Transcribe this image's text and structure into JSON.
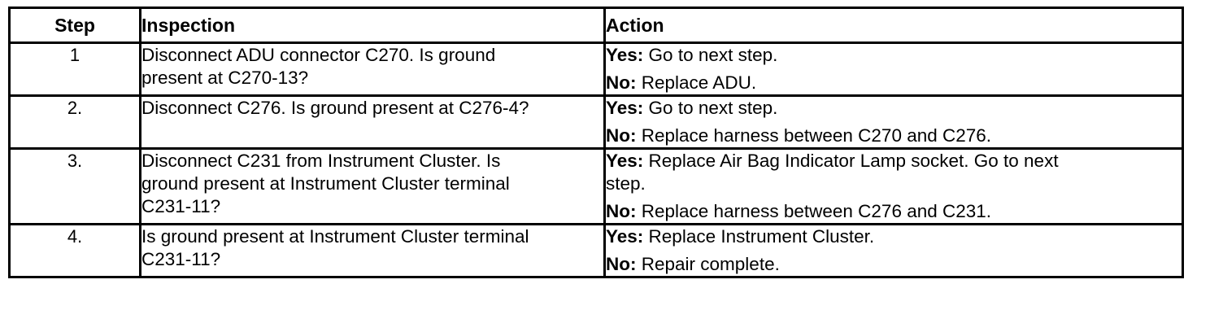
{
  "table": {
    "headers": {
      "step": "Step",
      "inspection": "Inspection",
      "action": "Action"
    },
    "rows": [
      {
        "step": "1",
        "inspection_lines": [
          "Disconnect ADU connector C270.  Is ground",
          "present at C270-13?"
        ],
        "yes_label": "Yes:",
        "yes_text": " Go to next step.",
        "yes_cont": "",
        "no_label": "No:",
        "no_text": " Replace ADU."
      },
      {
        "step": "2.",
        "inspection_lines": [
          "Disconnect C276.  Is ground present at C276-4?"
        ],
        "yes_label": "Yes:",
        "yes_text": " Go to next step.",
        "yes_cont": "",
        "no_label": "No:",
        "no_text": " Replace harness between C270 and C276."
      },
      {
        "step": "3.",
        "inspection_lines": [
          "Disconnect C231 from Instrument Cluster.  Is",
          "ground present at Instrument Cluster terminal",
          "C231-11?"
        ],
        "yes_label": "Yes:",
        "yes_text": " Replace Air Bag Indicator Lamp socket.  Go to next",
        "yes_cont": "step.",
        "no_label": "No:",
        "no_text": " Replace harness between C276 and C231."
      },
      {
        "step": "4.",
        "inspection_lines": [
          "Is ground present at Instrument Cluster terminal",
          "C231-11?"
        ],
        "yes_label": "Yes:",
        "yes_text": " Replace Instrument Cluster.",
        "yes_cont": "",
        "no_label": "No:",
        "no_text": " Repair complete."
      }
    ]
  }
}
